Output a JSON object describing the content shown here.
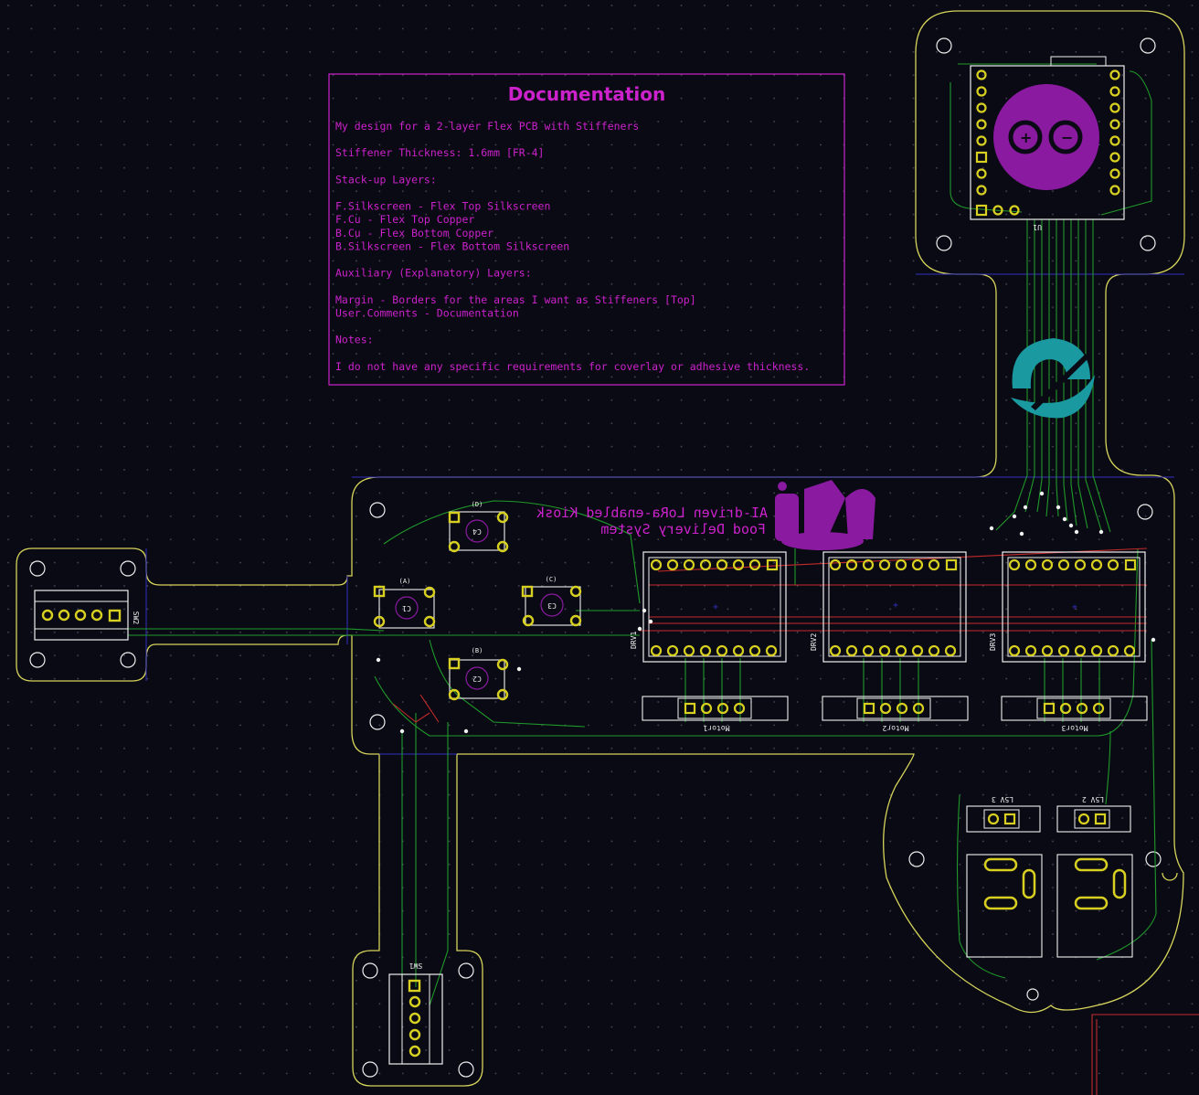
{
  "colors": {
    "background": "#0a0a14",
    "grid_dot": "#4a4a5a",
    "edge_cuts": "#d6d45a",
    "silkscreen": "#f0f0f0",
    "documentation": "#cc22cc",
    "pad": "#d8d020",
    "trace_front": "#c42a2a",
    "trace_back": "#1f9a2a",
    "margin": "#3030c0",
    "logo_teal": "#1a9aa0",
    "logo_purple": "#8a1aa0"
  },
  "documentation": {
    "title": "Documentation",
    "lines": [
      "My design for a 2-layer Flex PCB with Stiffeners",
      "",
      "Stiffener Thickness: 1.6mm [FR-4]",
      "",
      "Stack-up Layers:",
      "",
      "F.Silkscreen - Flex Top Silkscreen",
      "F.Cu - Flex Top Copper",
      "B.Cu - Flex Bottom Copper",
      "B.Silkscreen - Flex Bottom Silkscreen",
      "",
      "Auxiliary (Explanatory) Layers:",
      "",
      "Margin - Borders for the areas I want as Stiffeners [Top]",
      "User.Comments - Documentation",
      "",
      "Notes:",
      "",
      "I do not have any specific requirements for coverlay or adhesive thickness."
    ]
  },
  "board": {
    "title_line1": "AI-driven LoRa-enabled Kiosk",
    "title_line2": "Food Delivery System"
  },
  "refs": {
    "sw2": "SW2",
    "sw1": "SW1",
    "drv1": "DRV1",
    "drv2": "DRV2",
    "drv3": "DRV3",
    "motor1": "Motor1",
    "motor2": "Motor2",
    "motor3": "Motor3",
    "c1": "C1",
    "c2": "C2",
    "c3": "C3",
    "c4": "C4",
    "key_a": "(A)",
    "key_b": "(B)",
    "key_c": "(C)",
    "key_d": "(D)",
    "l5v3": "L5V 3",
    "l5v2": "L5V 2",
    "u1": "U1"
  }
}
